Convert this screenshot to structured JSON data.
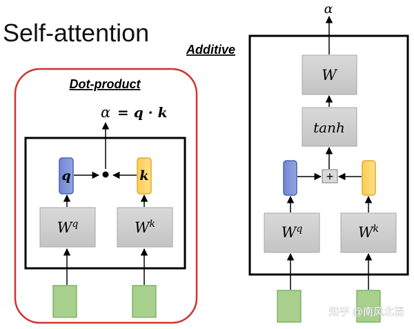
{
  "title": "Self-attention",
  "dot_product": {
    "label": "Dot-product",
    "output_alpha": "α",
    "output_eq": "= q · k",
    "q_label": "q",
    "k_label": "k",
    "wq_base": "W",
    "wq_sup": "q",
    "wk_base": "W",
    "wk_sup": "k",
    "colors": {
      "outline": "#d0312d",
      "q_box": "#7b90d6",
      "k_box": "#ffd468",
      "w_box": "#d0d0d0",
      "input_box": "#a8d08d"
    }
  },
  "additive": {
    "label": "Additive",
    "output_alpha": "α",
    "w_label": "W",
    "tanh_label": "tanh",
    "plus_label": "+",
    "wq_base": "W",
    "wq_sup": "q",
    "wk_base": "W",
    "wk_sup": "k"
  },
  "watermark": "知乎 @南风北至"
}
